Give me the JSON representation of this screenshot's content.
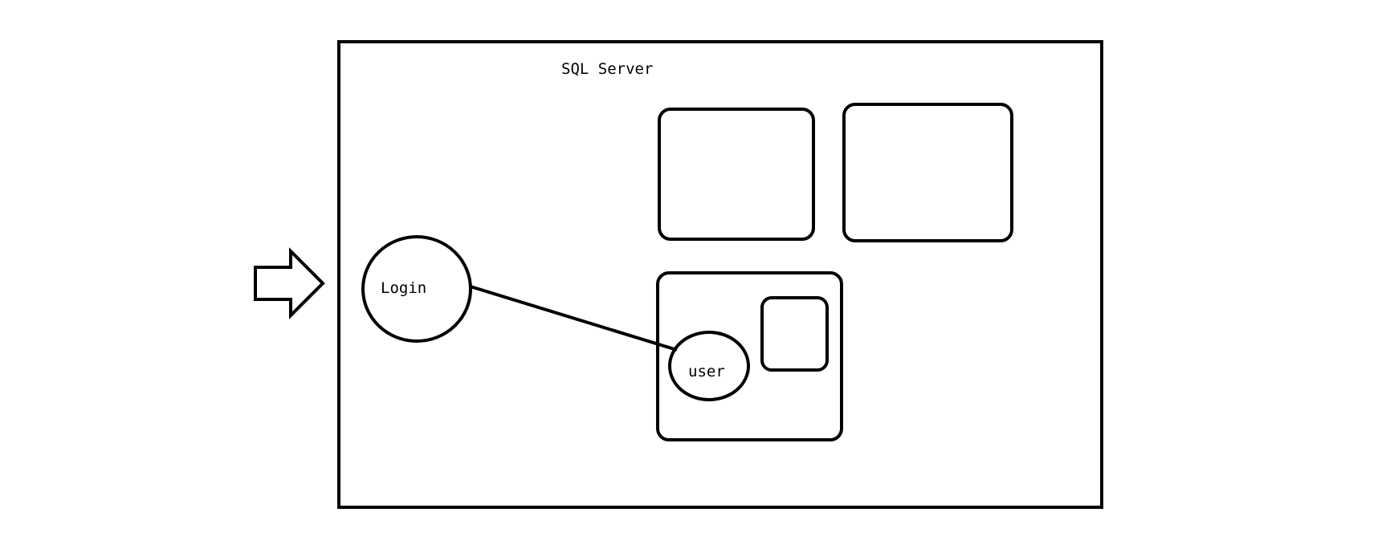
{
  "diagram": {
    "server_label": "SQL Server",
    "login_label": "Login",
    "user_label": "user"
  },
  "colors": {
    "stroke": "#000000",
    "background": "#ffffff"
  }
}
